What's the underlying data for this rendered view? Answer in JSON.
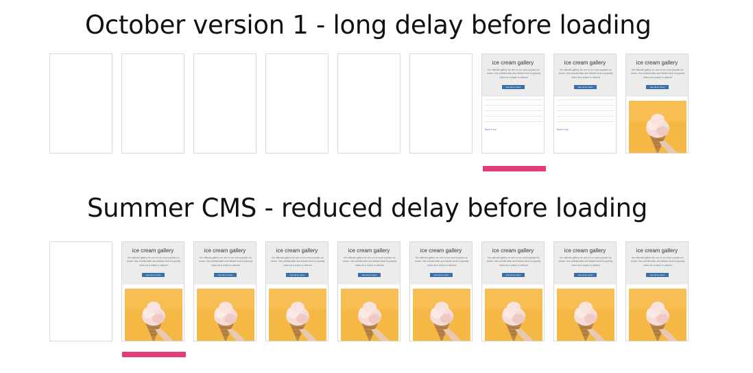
{
  "sections": [
    {
      "title": "October version 1 - long delay before loading",
      "frames": [
        "blank",
        "blank",
        "blank",
        "blank",
        "blank",
        "blank",
        "text",
        "text",
        "photo"
      ]
    },
    {
      "title": "Summer CMS - reduced delay before loading",
      "frames": [
        "blank",
        "photo",
        "photo",
        "photo",
        "photo",
        "photo",
        "photo",
        "photo",
        "photo"
      ]
    }
  ],
  "thumbnail": {
    "title": "ice cream gallery",
    "text": "the ultimate gallery for one of our most popular ice cream, this unbelievable and blissful treat is typically eaten as a snack or dessert",
    "button": "view all ice cream",
    "footer_link": "Back to top"
  },
  "colors": {
    "highlight_marker": "#e23c7b",
    "thumbnail_button": "#3a6fa8",
    "photo_background": "#f6b844"
  }
}
